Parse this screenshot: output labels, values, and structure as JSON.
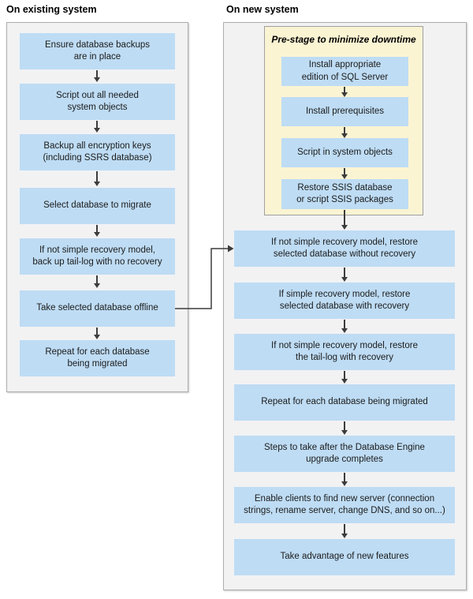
{
  "colors": {
    "box-blue": "#bedcf4",
    "prestage-yellow": "#fbf4d3",
    "panel-gray": "#f2f2f3",
    "panel-border": "#aeaeae",
    "prestage-border": "#9f9f9f",
    "arrow": "#3c3c3c",
    "text": "#1c1c1c"
  },
  "existing": {
    "title": "On existing system",
    "steps": [
      "Ensure database backups\nare in place",
      "Script out all needed\nsystem objects",
      "Backup all encryption keys\n(including SSRS database)",
      "Select database to migrate",
      "If not simple recovery model,\nback up tail-log with no recovery",
      "Take selected database offline",
      "Repeat for each database\nbeing migrated"
    ]
  },
  "new": {
    "title": "On new system",
    "prestage": {
      "title": "Pre-stage to minimize downtime",
      "steps": [
        "Install appropriate\nedition of SQL Server",
        "Install prerequisites",
        "Script in system objects",
        "Restore SSIS database\nor script SSIS packages"
      ]
    },
    "steps": [
      "If not simple recovery model, restore\nselected database without recovery",
      "If simple recovery model, restore\nselected database with recovery",
      "If not simple recovery model, restore\nthe tail-log with recovery",
      "Repeat for each database being migrated",
      "Steps to take after the Database Engine\nupgrade completes",
      "Enable clients to find new server (connection\nstrings, rename server, change DNS, and so on...)",
      "Take advantage of new features"
    ]
  }
}
